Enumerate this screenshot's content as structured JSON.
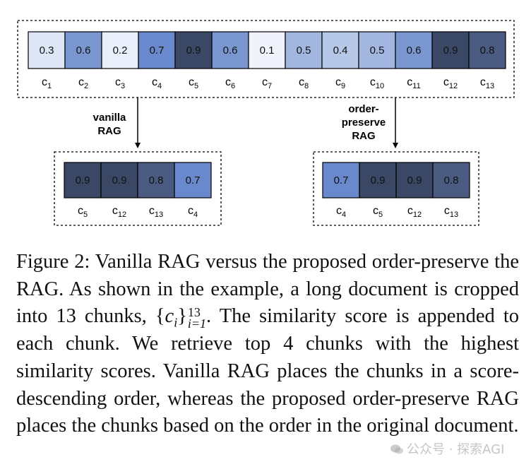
{
  "top_chunks": [
    {
      "label": "c",
      "index": "1",
      "score": "0.3",
      "color": "#dce6f6"
    },
    {
      "label": "c",
      "index": "2",
      "score": "0.6",
      "color": "#7a97d2"
    },
    {
      "label": "c",
      "index": "3",
      "score": "0.2",
      "color": "#e8effb"
    },
    {
      "label": "c",
      "index": "4",
      "score": "0.7",
      "color": "#6a88cc"
    },
    {
      "label": "c",
      "index": "5",
      "score": "0.9",
      "color": "#3a4866"
    },
    {
      "label": "c",
      "index": "6",
      "score": "0.6",
      "color": "#7a97d2"
    },
    {
      "label": "c",
      "index": "7",
      "score": "0.1",
      "color": "#f0f3fb"
    },
    {
      "label": "c",
      "index": "8",
      "score": "0.5",
      "color": "#a2b6e0"
    },
    {
      "label": "c",
      "index": "9",
      "score": "0.4",
      "color": "#b7c7e8"
    },
    {
      "label": "c",
      "index": "10",
      "score": "0.5",
      "color": "#a2b6e0"
    },
    {
      "label": "c",
      "index": "11",
      "score": "0.6",
      "color": "#7a97d2"
    },
    {
      "label": "c",
      "index": "12",
      "score": "0.9",
      "color": "#3a4866"
    },
    {
      "label": "c",
      "index": "13",
      "score": "0.8",
      "color": "#4a5a80"
    }
  ],
  "vanilla": {
    "arrow_label_lines": [
      "vanilla",
      "RAG"
    ],
    "chunks": [
      {
        "label": "c",
        "index": "5",
        "score": "0.9",
        "color": "#3a4866"
      },
      {
        "label": "c",
        "index": "12",
        "score": "0.9",
        "color": "#3a4866"
      },
      {
        "label": "c",
        "index": "13",
        "score": "0.8",
        "color": "#4a5a80"
      },
      {
        "label": "c",
        "index": "4",
        "score": "0.7",
        "color": "#6a88cc"
      }
    ]
  },
  "order_preserve": {
    "arrow_label_lines": [
      "order-",
      "preserve",
      "RAG"
    ],
    "chunks": [
      {
        "label": "c",
        "index": "4",
        "score": "0.7",
        "color": "#6a88cc"
      },
      {
        "label": "c",
        "index": "5",
        "score": "0.9",
        "color": "#3a4866"
      },
      {
        "label": "c",
        "index": "12",
        "score": "0.9",
        "color": "#3a4866"
      },
      {
        "label": "c",
        "index": "13",
        "score": "0.8",
        "color": "#4a5a80"
      }
    ]
  },
  "caption": {
    "p1": "Figure 2:  Vanilla RAG versus the proposed order-preserve the RAG. As shown in the example, a long document is cropped into 13 chunks, ",
    "math_open": "{",
    "math_var": "c",
    "math_sub": "i",
    "math_close": "}",
    "math_sup_limit": "13",
    "math_sub_limit": "i=1",
    "p2": ". The sim­ilarity score is appended to each chunk.  We retrieve top 4 chunks with the highest similarity scores. Vanilla RAG places the chunks in a score-descending order, whereas the proposed order-preserve RAG places the chunks based on the order in the original document."
  },
  "watermark": "公众号 · 探索AGI"
}
